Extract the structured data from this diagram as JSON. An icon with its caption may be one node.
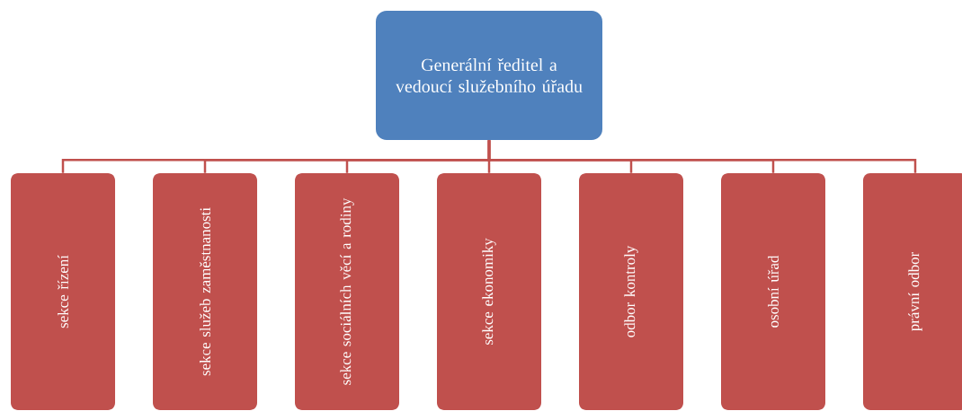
{
  "diagram": {
    "nodes": [
      {
        "text": [
          "Generální ředitel a vedoucí služebního úřadu"
        ]
      },
      {
        "text": [
          "sekce řízení"
        ]
      },
      {
        "text": [
          "sekce služeb zaměstnanosti"
        ]
      },
      {
        "text": [
          "sekce sociálních věcí a rodiny"
        ]
      },
      {
        "text": [
          "sekce ekonomiky"
        ]
      },
      {
        "text": [
          "odbor kontroly"
        ]
      },
      {
        "text": [
          "osobní úřad"
        ]
      },
      {
        "text": [
          "právní odbor"
        ]
      }
    ],
    "edges": [
      {
        "from": 0,
        "to": 1,
        "arrow": "none"
      },
      {
        "from": 0,
        "to": 2,
        "arrow": "none"
      },
      {
        "from": 0,
        "to": 3,
        "arrow": "none"
      },
      {
        "from": 0,
        "to": 4,
        "arrow": "none"
      },
      {
        "from": 0,
        "to": 5,
        "arrow": "none"
      },
      {
        "from": 0,
        "to": 6,
        "arrow": "none"
      },
      {
        "from": 0,
        "to": 7,
        "arrow": "none"
      }
    ]
  }
}
